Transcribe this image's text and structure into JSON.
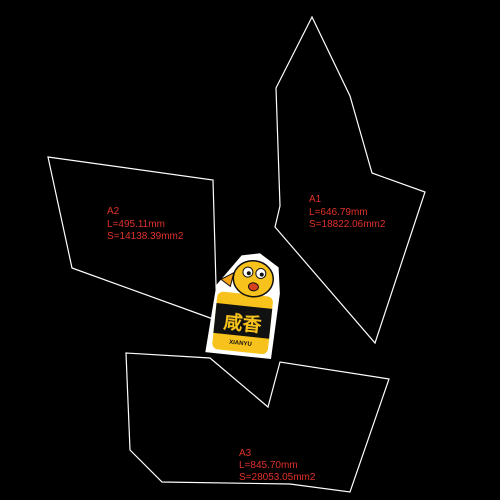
{
  "regions": [
    {
      "id": "A1",
      "name": "A1",
      "length": "L=646.79mm",
      "area": "S=18822.06mm2"
    },
    {
      "id": "A2",
      "name": "A2",
      "length": "L=495.11mm",
      "area": "S=14138.39mm2"
    },
    {
      "id": "A3",
      "name": "A3",
      "length": "L=845.70mm",
      "area": "S=28053.05mm2"
    }
  ],
  "logo": {
    "main_text": "咸香",
    "sub_text": "XIANYU"
  },
  "colors": {
    "background": "#000000",
    "outline": "#ffffff",
    "label": "#e0312a",
    "logo_yellow": "#f7c21b",
    "logo_dark": "#111111"
  }
}
